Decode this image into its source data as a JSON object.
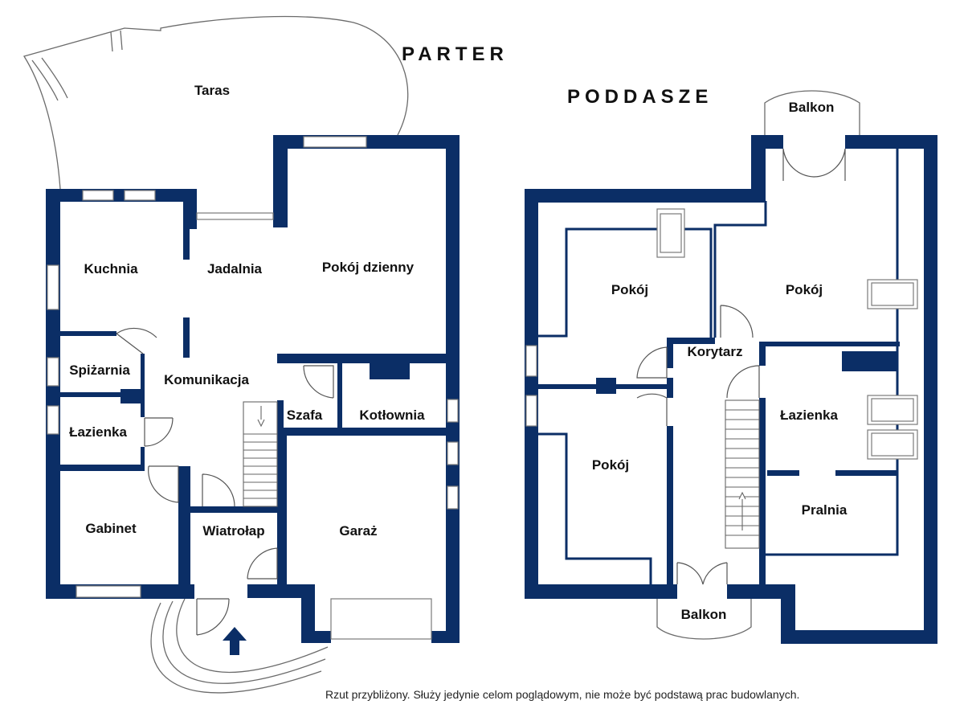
{
  "floors": {
    "ground": {
      "title": "PARTER",
      "rooms": {
        "taras": "Taras",
        "kuchnia": "Kuchnia",
        "jadalnia": "Jadalnia",
        "pokoj_dzienny": "Pokój dzienny",
        "spizarnia": "Spiżarnia",
        "komunikacja": "Komunikacja",
        "szafa": "Szafa",
        "kotlownia": "Kotłownia",
        "lazienka": "Łazienka",
        "gabinet": "Gabinet",
        "wiatrolap": "Wiatrołap",
        "garaz": "Garaż"
      }
    },
    "attic": {
      "title": "PODDASZE",
      "rooms": {
        "balkon_top": "Balkon",
        "pokoj_1": "Pokój",
        "pokoj_2": "Pokój",
        "korytarz": "Korytarz",
        "lazienka": "Łazienka",
        "pokoj_3": "Pokój",
        "pralnia": "Pralnia",
        "balkon_bottom": "Balkon"
      }
    }
  },
  "disclaimer": "Rzut przybliżony. Służy jedynie celom poglądowym, nie może być podstawą prac budowlanych.",
  "colors": {
    "wall": "#0b2e66",
    "background": "#ffffff"
  },
  "icons": {
    "entrance": "arrow-up-icon"
  }
}
